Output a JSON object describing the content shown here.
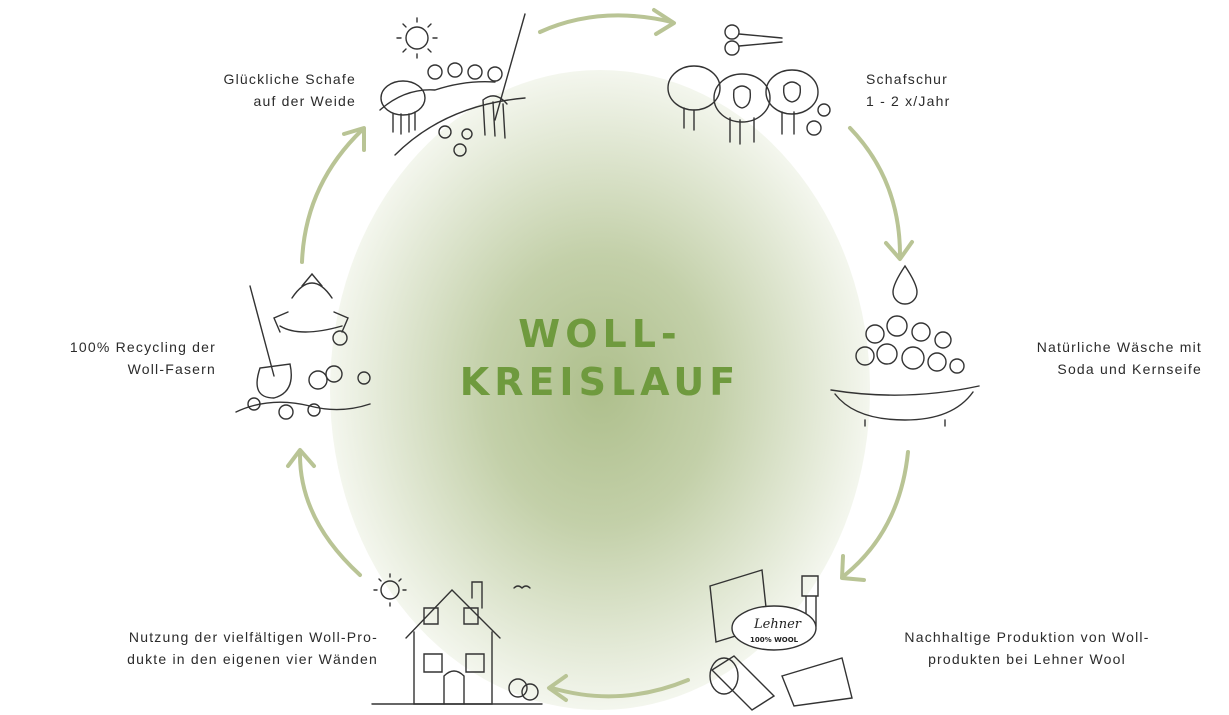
{
  "title": {
    "line1": "WOLL-",
    "line2": "KREISLAUF"
  },
  "stations": {
    "weide": {
      "line1": "Glückliche Schafe",
      "line2": "auf der Weide"
    },
    "schur": {
      "line1": "Schafschur",
      "line2": "1 - 2 x/Jahr"
    },
    "waesche": {
      "line1": "Natürliche Wäsche mit",
      "line2": "Soda und Kernseife"
    },
    "produktion": {
      "line1": "Nachhaltige Produktion von Woll-",
      "line2": "produkten bei Lehner Wool"
    },
    "nutzung": {
      "line1": "Nutzung der vielfältigen Woll-Pro-",
      "line2": "dukte in den eigenen vier Wänden"
    },
    "recycling": {
      "line1": "100% Recycling der",
      "line2": "Woll-Fasern"
    }
  },
  "brand": {
    "logo": "Lehner",
    "tag": "100% WOOL"
  },
  "colors": {
    "accent": "#6f9a3e",
    "arrow": "#b9c495",
    "glow": "#a8bb82",
    "ink": "#333333"
  },
  "icons": [
    "sheep-meadow-icon",
    "shears-sheep-icon",
    "wash-tub-icon",
    "wool-products-icon",
    "house-icon",
    "recycling-icon"
  ]
}
